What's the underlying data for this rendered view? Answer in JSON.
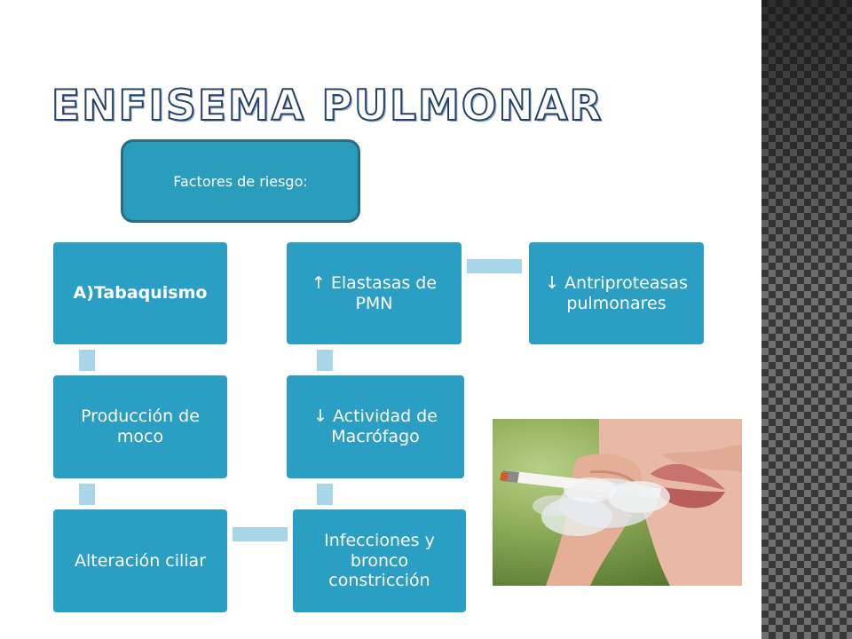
{
  "title": "Enfisema pulmonar",
  "root_label": "Factores de riesgo:",
  "nodes": {
    "tabaquismo": "A)Tabaquismo",
    "produccion_moco": "Producción de moco",
    "alteracion_ciliar": "Alteración ciliar",
    "elastasas": "↑ Elastasas de PMN",
    "antiproteasas": "↓ Antriproteasas pulmonares",
    "macrofago": "↓ Actividad de Macrófago",
    "infecciones": "Infecciones y bronco constricción"
  },
  "colors": {
    "node_fill": "#2a9fc3",
    "root_fill": "#2a9cbc",
    "root_border": "#2a6d80",
    "connector": "#a8d6e8",
    "title_outline": "#25436a"
  }
}
